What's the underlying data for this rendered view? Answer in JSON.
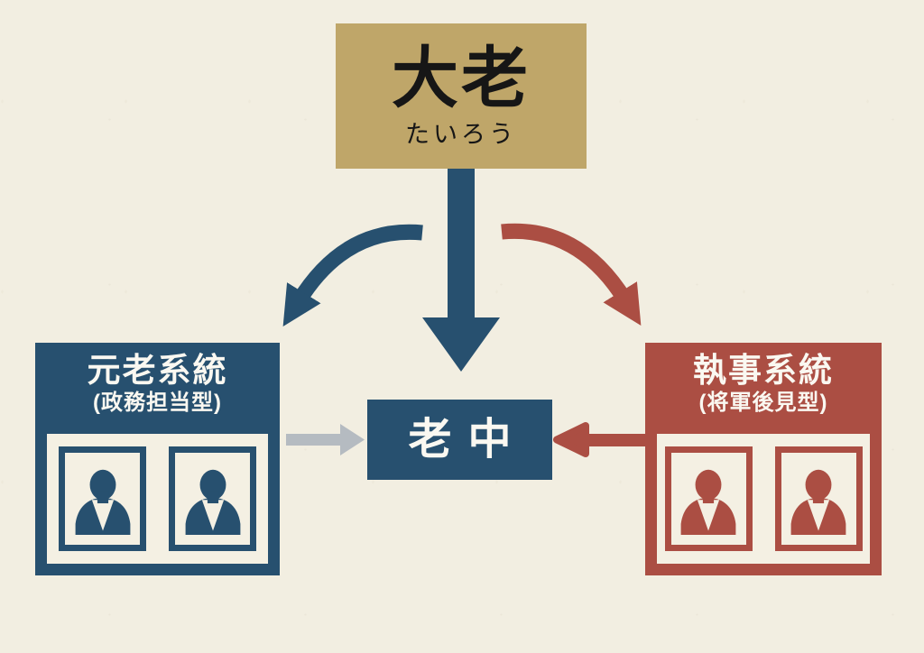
{
  "colors": {
    "bg": "#F2EEE1",
    "paper": "#F4F0E3",
    "tan": "#BFA669",
    "blue": "#27506F",
    "red": "#AB4E43",
    "gray": "#B5BBC1",
    "ink": "#161616",
    "white": "#FAF8F1"
  },
  "boxes": {
    "tairo": {
      "title": "大老",
      "reading": "たいろう"
    },
    "roju": {
      "title": "老中"
    },
    "genro": {
      "title": "元老系統",
      "subtitle": "(政務担当型)",
      "portrait_count": 2
    },
    "shitsuji": {
      "title": "執事系統",
      "subtitle": "(将軍後見型)",
      "portrait_count": 2
    }
  }
}
